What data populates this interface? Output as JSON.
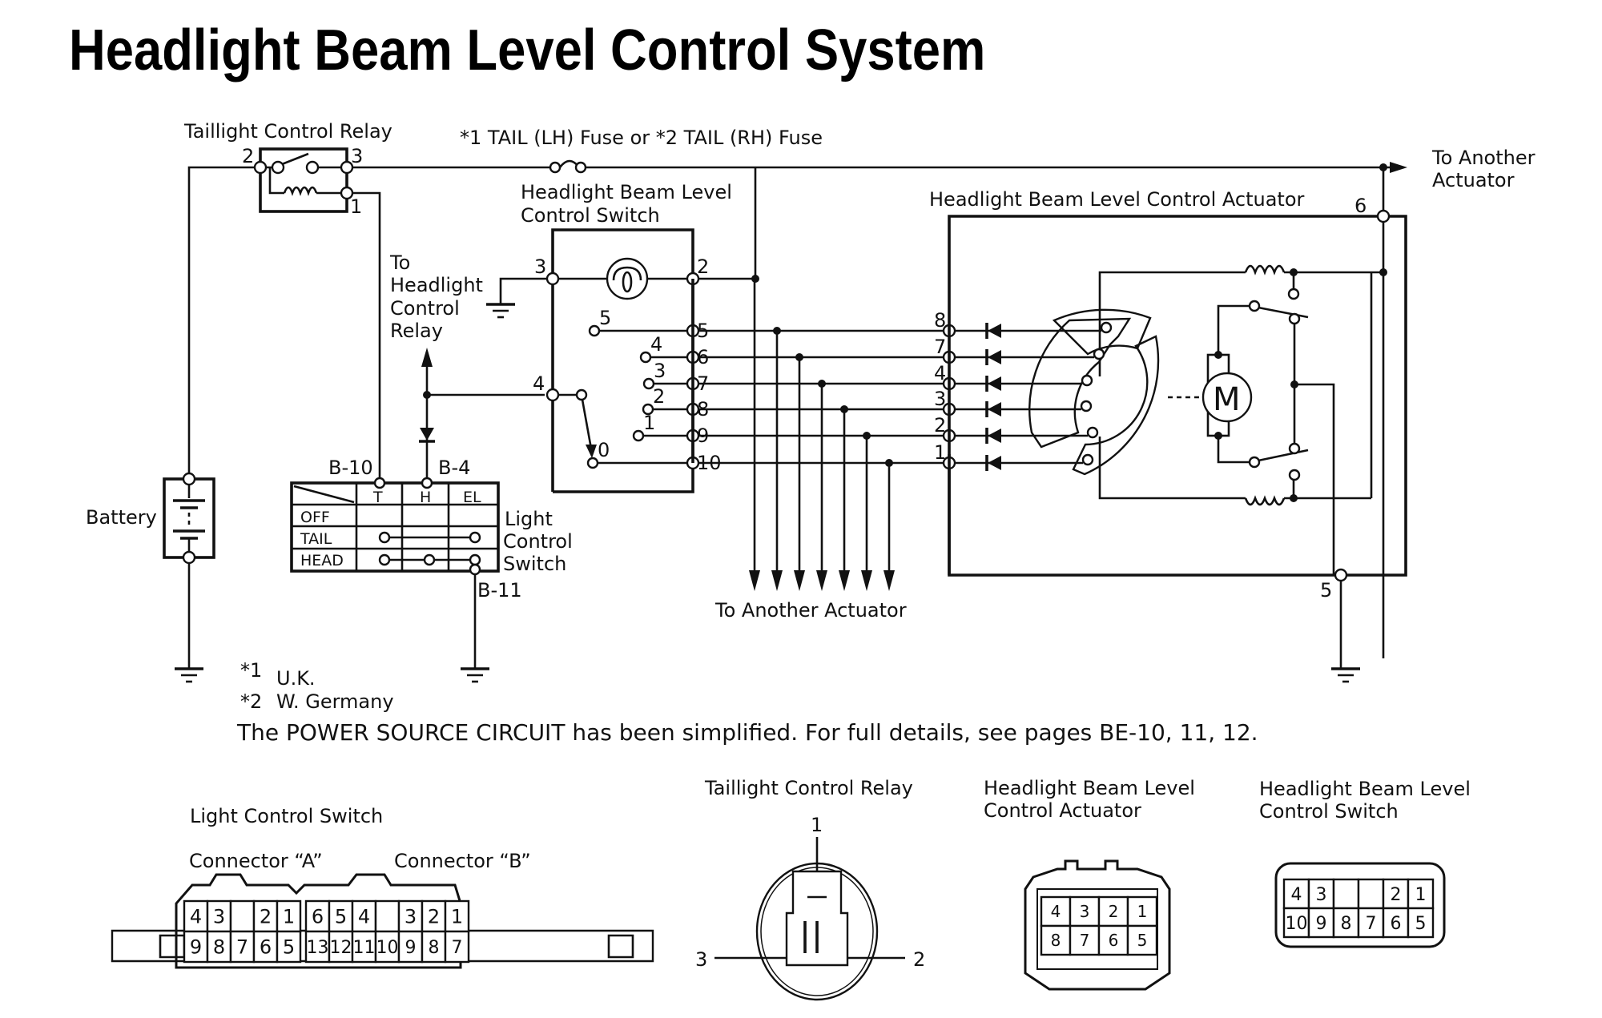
{
  "title": "Headlight Beam Level Control System",
  "labels": {
    "taillight_relay": "Taillight Control Relay",
    "fuse": "*1 TAIL (LH) Fuse or *2 TAIL (RH) Fuse",
    "to_another_actuator_top_1": "To Another",
    "to_another_actuator_top_2": "Actuator",
    "hbl_switch_1": "Headlight Beam Level",
    "hbl_switch_2": "Control Switch",
    "actuator": "Headlight Beam Level Control Actuator",
    "to_headlight_1": "To",
    "to_headlight_2": "Headlight",
    "to_headlight_3": "Control",
    "to_headlight_4": "Relay",
    "battery": "Battery",
    "light_switch_1": "Light",
    "light_switch_2": "Control",
    "light_switch_3": "Switch",
    "b10": "B-10",
    "b4": "B-4",
    "b11": "B-11",
    "to_another_actuator_bottom": "To Another Actuator",
    "motor": "M"
  },
  "relay_pins": {
    "p1": "1",
    "p2": "2",
    "p3": "3"
  },
  "switch_pins": {
    "left": [
      "3",
      "4"
    ],
    "right": [
      "2",
      "5",
      "6",
      "7",
      "8",
      "9",
      "10"
    ],
    "positions": [
      "5",
      "4",
      "3",
      "2",
      "1",
      "0"
    ]
  },
  "actuator_pins": {
    "left": [
      "8",
      "7",
      "4",
      "3",
      "2",
      "1"
    ],
    "p6": "6",
    "p5": "5"
  },
  "light_switch_table": {
    "columns": [
      "T",
      "H",
      "EL"
    ],
    "rows": [
      "OFF",
      "TAIL",
      "HEAD"
    ]
  },
  "footnotes": {
    "n1_mark": "*1",
    "n1_text": "U.K.",
    "n2_mark": "*2",
    "n2_text": "W. Germany",
    "note": "The POWER SOURCE CIRCUIT has been simplified. For full details, see pages BE-10, 11, 12."
  },
  "connectors": {
    "light_control_switch": {
      "title": "Light Control Switch",
      "connector_a_label": "Connector “A”",
      "connector_b_label": "Connector “B”",
      "a_top": [
        "4",
        "3",
        "",
        "2",
        "1"
      ],
      "a_bottom": [
        "9",
        "8",
        "7",
        "6",
        "5"
      ],
      "b_top": [
        "6",
        "5",
        "4",
        "",
        "3",
        "2",
        "1"
      ],
      "b_bottom": [
        "13",
        "12",
        "11",
        "10",
        "9",
        "8",
        "7"
      ]
    },
    "taillight_relay": {
      "title": "Taillight Control Relay",
      "pins": [
        "1",
        "2",
        "3"
      ]
    },
    "actuator": {
      "title_1": "Headlight Beam Level",
      "title_2": "Control Actuator",
      "top": [
        "4",
        "3",
        "2",
        "1"
      ],
      "bottom": [
        "8",
        "7",
        "6",
        "5"
      ]
    },
    "hbl_switch": {
      "title_1": "Headlight Beam Level",
      "title_2": "Control Switch",
      "top": [
        "4",
        "3",
        "",
        "",
        "2",
        "1"
      ],
      "bottom": [
        "10",
        "9",
        "8",
        "7",
        "6",
        "5"
      ]
    }
  }
}
